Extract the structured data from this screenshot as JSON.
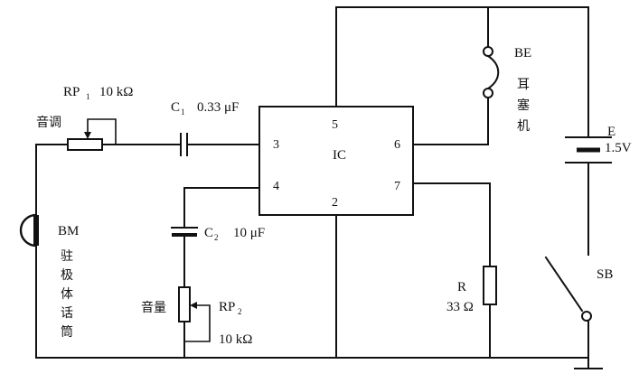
{
  "ic": {
    "label": "IC",
    "pins": {
      "p2": "2",
      "p3": "3",
      "p4": "4",
      "p5": "5",
      "p6": "6",
      "p7": "7"
    }
  },
  "rp1": {
    "name": "RP",
    "sub": "1",
    "value": "10 kΩ",
    "function": "音调"
  },
  "c1": {
    "name": "C",
    "sub": "1",
    "value": "0.33 μF"
  },
  "c2": {
    "name": "C",
    "sub": "2",
    "value": "10 μF"
  },
  "rp2": {
    "name": "RP",
    "sub": "2",
    "value": "10 kΩ",
    "function": "音量"
  },
  "bm": {
    "name": "BM",
    "desc": [
      "驻",
      "极",
      "体",
      "话",
      "筒"
    ]
  },
  "be": {
    "name": "BE",
    "desc": [
      "耳",
      "塞",
      "机"
    ]
  },
  "battery": {
    "name": "E",
    "value": "1.5V"
  },
  "resistor": {
    "name": "R",
    "value": "33 Ω"
  },
  "switch": {
    "name": "SB"
  }
}
